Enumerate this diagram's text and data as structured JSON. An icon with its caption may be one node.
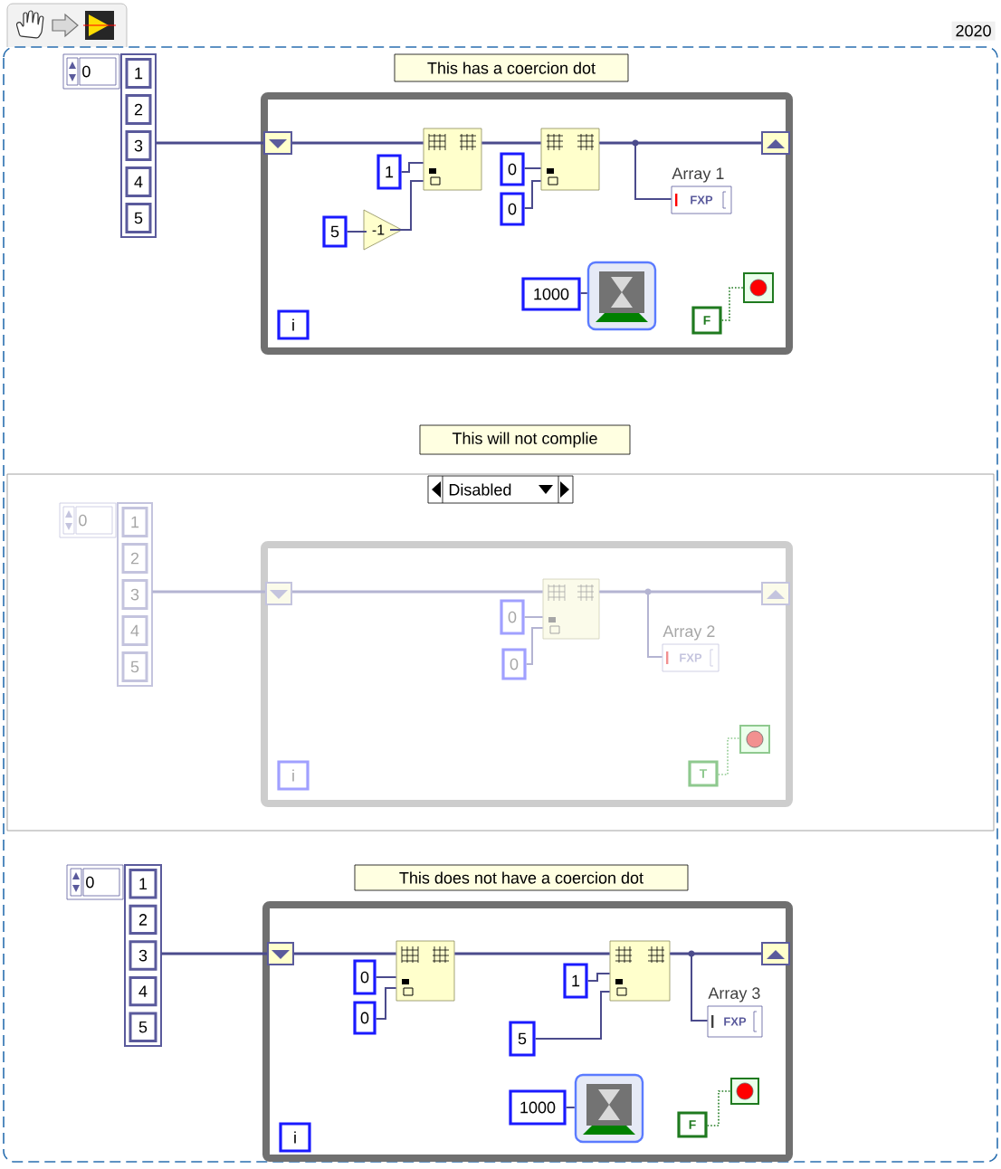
{
  "diagram": {
    "nodes": [
      {
        "text": [
          "This has a coercion dot"
        ]
      },
      {
        "text": [
          "0",
          "1",
          "2",
          "3",
          "4",
          "5"
        ]
      },
      {
        "text": [],
        "shape": "box"
      },
      {
        "text": [],
        "shape": "box",
        "in": 2
      },
      {
        "text": [],
        "shape": "box",
        "in": 2
      },
      {
        "text": [
          "1"
        ],
        "in": 2
      },
      {
        "text": [
          "5"
        ],
        "in": 2
      },
      {
        "text": [
          "-1"
        ],
        "in": 2
      },
      {
        "text": [],
        "shape": "box",
        "in": 2
      },
      {
        "text": [
          "0"
        ],
        "in": 2
      },
      {
        "text": [
          "0"
        ],
        "in": 2
      },
      {
        "text": [],
        "shape": "box",
        "in": 2
      },
      {
        "text": [
          "Array 1",
          "FXP"
        ],
        "in": 2
      },
      {
        "text": [
          "1000"
        ],
        "in": 2
      },
      {
        "text": [],
        "shape": "box",
        "in": 2
      },
      {
        "text": [
          "F"
        ],
        "in": 2
      },
      {
        "text": [],
        "shape": "box",
        "in": 2
      },
      {
        "text": [
          "i"
        ],
        "in": 2
      },
      {
        "text": [
          "This will not complie"
        ]
      },
      {
        "text": [
          "Disabled"
        ]
      },
      {
        "text": [
          "0",
          "1",
          "2",
          "3",
          "4",
          "5"
        ],
        "in": 19
      },
      {
        "text": [],
        "shape": "box",
        "in": 19
      },
      {
        "text": [],
        "shape": "box",
        "in": 21
      },
      {
        "text": [],
        "shape": "box",
        "in": 21
      },
      {
        "text": [
          "0"
        ],
        "in": 21
      },
      {
        "text": [
          "0"
        ],
        "in": 21
      },
      {
        "text": [],
        "shape": "box",
        "in": 21
      },
      {
        "text": [
          "Array 2",
          "FXP"
        ],
        "in": 21
      },
      {
        "text": [
          "T"
        ],
        "in": 21
      },
      {
        "text": [],
        "shape": "box",
        "in": 21
      },
      {
        "text": [
          "i"
        ],
        "in": 21
      },
      {
        "text": [
          "This does not have a coercion dot"
        ]
      },
      {
        "text": [
          "0",
          "1",
          "2",
          "3",
          "4",
          "5"
        ]
      },
      {
        "text": [],
        "shape": "box"
      },
      {
        "text": [],
        "shape": "box",
        "in": 33
      },
      {
        "text": [],
        "shape": "box",
        "in": 33
      },
      {
        "text": [
          "0"
        ],
        "in": 33
      },
      {
        "text": [
          "0"
        ],
        "in": 33
      },
      {
        "text": [],
        "shape": "box",
        "in": 33
      },
      {
        "text": [
          "1"
        ],
        "in": 33
      },
      {
        "text": [
          "5"
        ],
        "in": 33
      },
      {
        "text": [],
        "shape": "box",
        "in": 33
      },
      {
        "text": [
          "Array 3",
          "FXP"
        ],
        "in": 33
      },
      {
        "text": [
          "1000"
        ],
        "in": 33
      },
      {
        "text": [],
        "shape": "box",
        "in": 33
      },
      {
        "text": [
          "F"
        ],
        "in": 33
      },
      {
        "text": [],
        "shape": "box",
        "in": 33
      },
      {
        "text": [
          "i"
        ],
        "in": 33
      }
    ],
    "edges": [
      {
        "from": 1,
        "to": 3,
        "arrow": "none"
      },
      {
        "from": 3,
        "to": 8,
        "arrow": "none"
      },
      {
        "from": 8,
        "to": 11,
        "arrow": "none"
      },
      {
        "from": 11,
        "to": 4,
        "arrow": "none"
      },
      {
        "from": 11,
        "to": 12,
        "arrow": "none"
      },
      {
        "from": 5,
        "to": 8,
        "arrow": "none"
      },
      {
        "from": 6,
        "to": 7,
        "arrow": "none"
      },
      {
        "from": 7,
        "to": 8,
        "arrow": "none"
      },
      {
        "from": 9,
        "to": 11,
        "arrow": "none"
      },
      {
        "from": 10,
        "to": 11,
        "arrow": "none"
      },
      {
        "from": 13,
        "to": 14,
        "arrow": "none"
      },
      {
        "from": 15,
        "to": 16,
        "arrow": "none",
        "style": "dashed",
        "color": "#1f7a1f"
      },
      {
        "from": 20,
        "to": 22,
        "arrow": "none",
        "color": "#b4b4d2"
      },
      {
        "from": 22,
        "to": 26,
        "arrow": "none",
        "color": "#b4b4d2"
      },
      {
        "from": 26,
        "to": 23,
        "arrow": "none",
        "color": "#b4b4d2"
      },
      {
        "from": 26,
        "to": 27,
        "arrow": "none",
        "color": "#b4b4d2"
      },
      {
        "from": 24,
        "to": 26,
        "arrow": "none",
        "color": "#b4b4d2"
      },
      {
        "from": 25,
        "to": 26,
        "arrow": "none",
        "color": "#b4b4d2"
      },
      {
        "from": 28,
        "to": 29,
        "arrow": "none",
        "style": "dashed",
        "color": "#8fc98f"
      },
      {
        "from": 32,
        "to": 34,
        "arrow": "none"
      },
      {
        "from": 34,
        "to": 38,
        "arrow": "none"
      },
      {
        "from": 38,
        "to": 41,
        "arrow": "none"
      },
      {
        "from": 41,
        "to": 35,
        "arrow": "none"
      },
      {
        "from": 41,
        "to": 42,
        "arrow": "none"
      },
      {
        "from": 36,
        "to": 38,
        "arrow": "none"
      },
      {
        "from": 37,
        "to": 38,
        "arrow": "none"
      },
      {
        "from": 39,
        "to": 41,
        "arrow": "none"
      },
      {
        "from": 40,
        "to": 41,
        "arrow": "none"
      },
      {
        "from": 43,
        "to": 44,
        "arrow": "none"
      },
      {
        "from": 45,
        "to": 46,
        "arrow": "none",
        "style": "dashed",
        "color": "#1f7a1f"
      }
    ],
    "labels": [
      "2020"
    ]
  }
}
